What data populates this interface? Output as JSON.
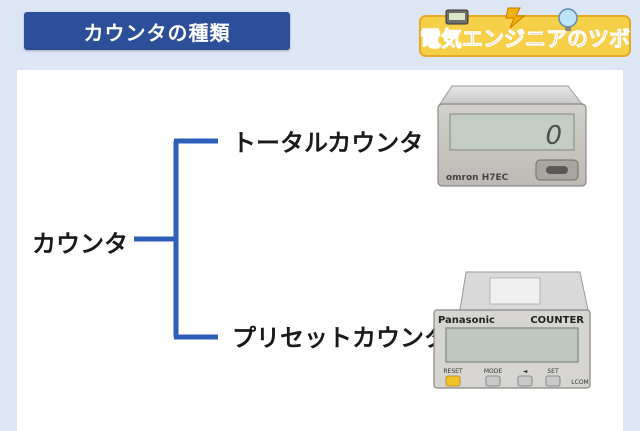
{
  "header": {
    "title": "カウンタの種類",
    "logo_text": "電気エンジニアのツボ"
  },
  "diagram": {
    "root": "カウンタ",
    "children": [
      {
        "label": "トータルカウンタ",
        "device": {
          "brand": "omron H7EC",
          "display": "0"
        }
      },
      {
        "label": "プリセットカウンタ",
        "device": {
          "brand": "Panasonic",
          "model": "COUNTER",
          "buttons": [
            "RESET",
            "MODE",
            "◄",
            "SET"
          ],
          "side": "LCOM"
        }
      }
    ]
  },
  "colors": {
    "background": "#dde6f4",
    "title_badge": "#2d4f9a",
    "connector": "#2d5fb8",
    "logo_text": "#e8432b",
    "logo_banner": "#f7d04a"
  }
}
